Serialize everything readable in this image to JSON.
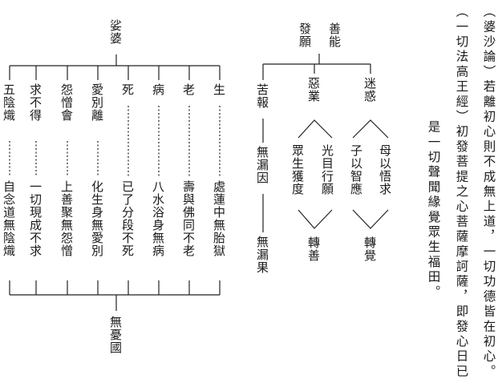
{
  "text_columns": [
    "（婆沙論）若離初心則不成無上道，一切功德皆在初心。",
    "（一切法高王經）初發菩提之心菩薩摩訶薩，即發心日已",
    "是一切聲聞緣覺眾生福田。"
  ],
  "left_tree": {
    "root": "娑婆",
    "bottom": "無憂國",
    "branches": [
      {
        "top": "生",
        "bottom": "處蓮中無胎獄"
      },
      {
        "top": "老",
        "bottom": "壽與佛同不老"
      },
      {
        "top": "病",
        "bottom": "八水浴身無病"
      },
      {
        "top": "死",
        "bottom": "已了分段不死"
      },
      {
        "top": "愛別離",
        "bottom": "化生身無愛別"
      },
      {
        "top": "怨憎會",
        "bottom": "上善聚無怨憎"
      },
      {
        "top": "求不得",
        "bottom": "一切現成不求"
      },
      {
        "top": "五陰熾",
        "bottom": "自念道無陰熾"
      }
    ]
  },
  "right_tree": {
    "root_col1": "善能",
    "root_col2": "發願",
    "branch_1": {
      "top": "迷惑",
      "pair": [
        "母以悟求",
        "子以智應"
      ],
      "result": "轉覺"
    },
    "branch_2": {
      "top": "惡業",
      "pair": [
        "光目行願",
        "眾生獲度"
      ],
      "result": "轉善"
    },
    "branch_3": {
      "top": "苦報",
      "mid": "無漏因",
      "bottom": "無漏果"
    }
  }
}
